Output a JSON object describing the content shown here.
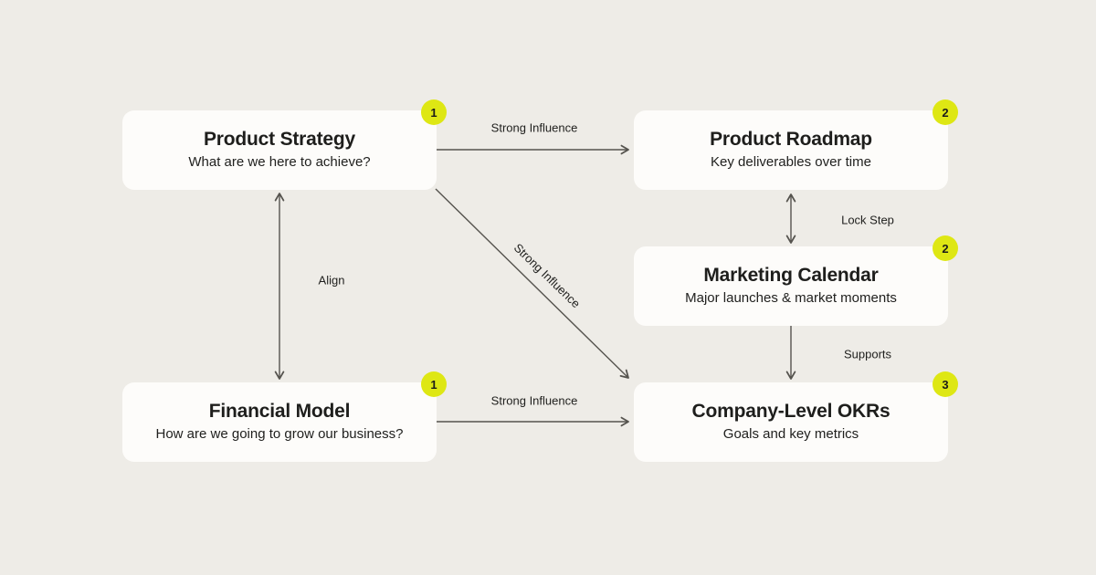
{
  "diagram": {
    "colors": {
      "background": "#EEECE7",
      "card": "#FDFCFA",
      "badge": "#DEE714",
      "arrow": "#55534E",
      "text": "#1E1E1C"
    },
    "nodes": [
      {
        "id": "product-strategy",
        "title": "Product Strategy",
        "subtitle": "What are we here to achieve?",
        "badge": "1"
      },
      {
        "id": "product-roadmap",
        "title": "Product Roadmap",
        "subtitle": "Key deliverables over time",
        "badge": "2"
      },
      {
        "id": "marketing-calendar",
        "title": "Marketing Calendar",
        "subtitle": "Major launches & market moments",
        "badge": "2"
      },
      {
        "id": "financial-model",
        "title": "Financial Model",
        "subtitle": "How are we going to grow our business?",
        "badge": "1"
      },
      {
        "id": "company-level-okrs",
        "title": "Company-Level OKRs",
        "subtitle": "Goals and key metrics",
        "badge": "3"
      }
    ],
    "edges": [
      {
        "from": "product-strategy",
        "to": "product-roadmap",
        "label": "Strong Influence",
        "style": "single-arrow"
      },
      {
        "from": "product-strategy",
        "to": "financial-model",
        "label": "Align",
        "style": "double-arrow"
      },
      {
        "from": "product-strategy",
        "to": "company-level-okrs",
        "label": "Strong Influence",
        "style": "single-arrow"
      },
      {
        "from": "product-roadmap",
        "to": "marketing-calendar",
        "label": "Lock Step",
        "style": "double-arrow"
      },
      {
        "from": "marketing-calendar",
        "to": "company-level-okrs",
        "label": "Supports",
        "style": "single-arrow"
      },
      {
        "from": "financial-model",
        "to": "company-level-okrs",
        "label": "Strong Influence",
        "style": "single-arrow"
      }
    ]
  }
}
